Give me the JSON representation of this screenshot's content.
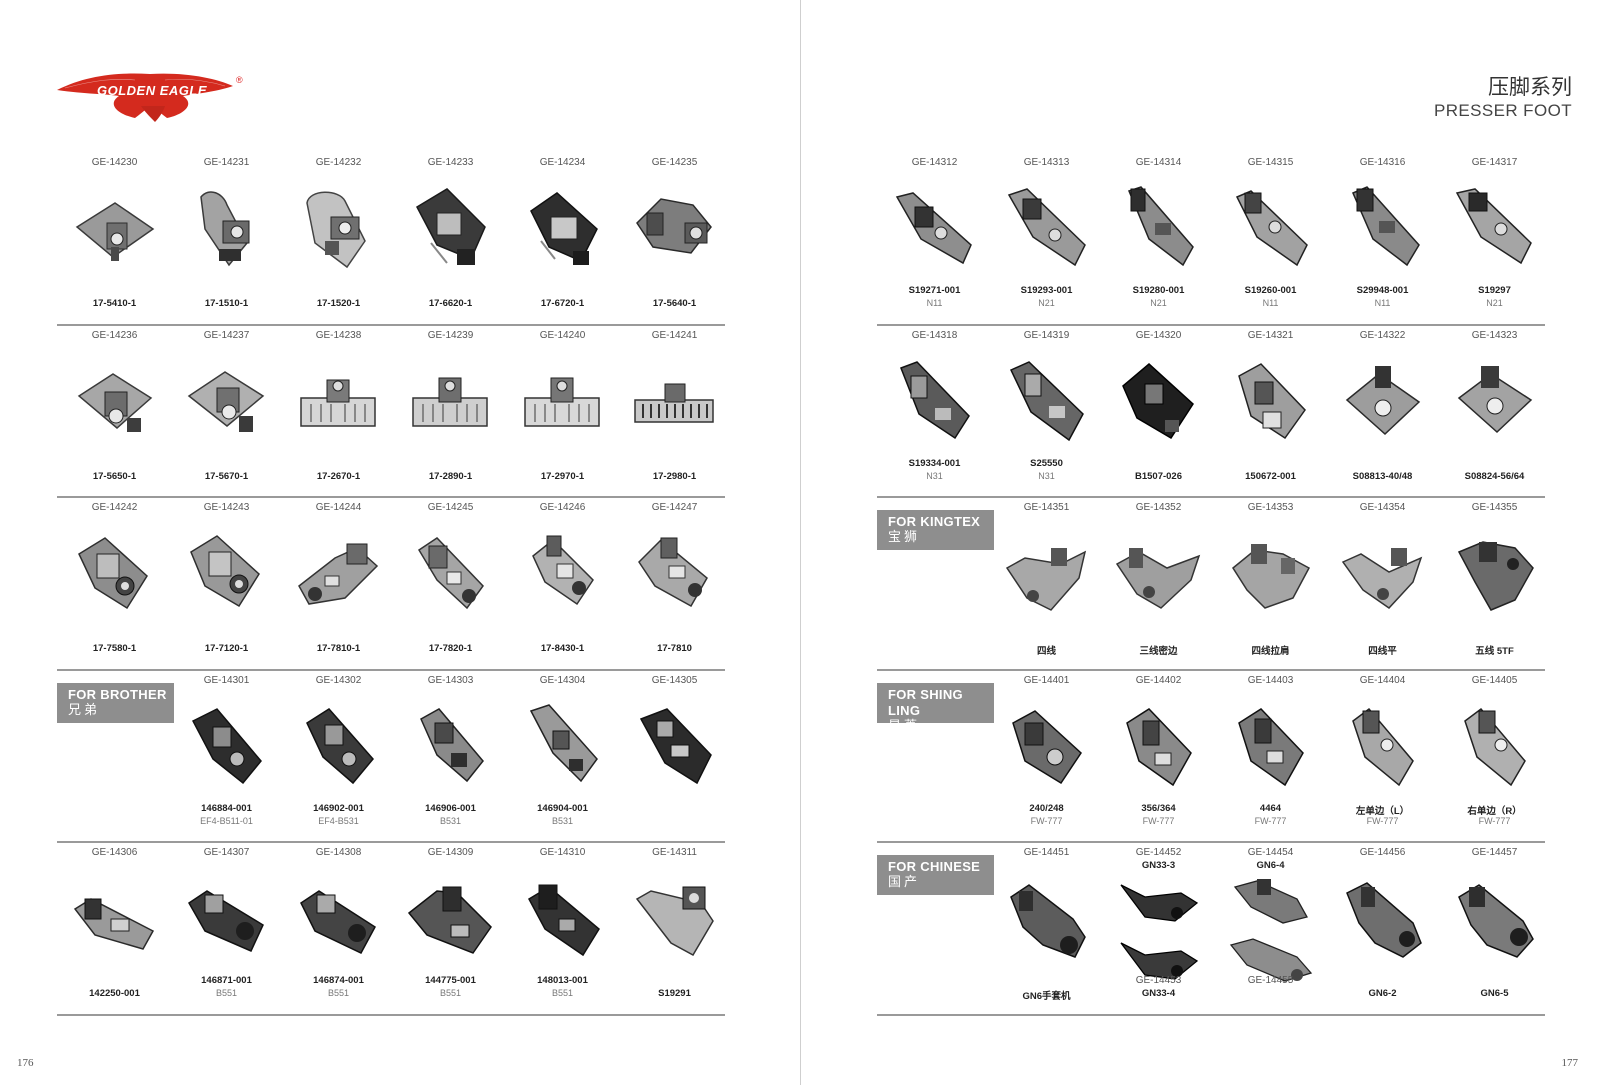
{
  "left_page": {
    "brand": {
      "name": "GOLDEN EAGLE",
      "registered": "®"
    },
    "page_number": "176",
    "rows": [
      {
        "items": [
          {
            "code": "GE-14230",
            "part": "17-5410-1"
          },
          {
            "code": "GE-14231",
            "part": "17-1510-1"
          },
          {
            "code": "GE-14232",
            "part": "17-1520-1"
          },
          {
            "code": "GE-14233",
            "part": "17-6620-1"
          },
          {
            "code": "GE-14234",
            "part": "17-6720-1"
          },
          {
            "code": "GE-14235",
            "part": "17-5640-1"
          }
        ]
      },
      {
        "items": [
          {
            "code": "GE-14236",
            "part": "17-5650-1"
          },
          {
            "code": "GE-14237",
            "part": "17-5670-1"
          },
          {
            "code": "GE-14238",
            "part": "17-2670-1"
          },
          {
            "code": "GE-14239",
            "part": "17-2890-1"
          },
          {
            "code": "GE-14240",
            "part": "17-2970-1"
          },
          {
            "code": "GE-14241",
            "part": "17-2980-1"
          }
        ]
      },
      {
        "items": [
          {
            "code": "GE-14242",
            "part": "17-7580-1"
          },
          {
            "code": "GE-14243",
            "part": "17-7120-1"
          },
          {
            "code": "GE-14244",
            "part": "17-7810-1"
          },
          {
            "code": "GE-14245",
            "part": "17-7820-1"
          },
          {
            "code": "GE-14246",
            "part": "17-8430-1"
          },
          {
            "code": "GE-14247",
            "part": "17-7810"
          }
        ]
      },
      {
        "badge": {
          "en": "FOR BROTHER",
          "cn": "兄弟"
        },
        "items": [
          {
            "code": "GE-14301",
            "part": "146884-001",
            "sub": "EF4-B511-01"
          },
          {
            "code": "GE-14302",
            "part": "146902-001",
            "sub": "EF4-B531"
          },
          {
            "code": "GE-14303",
            "part": "146906-001",
            "sub": "B531"
          },
          {
            "code": "GE-14304",
            "part": "146904-001",
            "sub": "B531"
          },
          {
            "code": "GE-14305",
            "part": ""
          }
        ]
      },
      {
        "items": [
          {
            "code": "GE-14306",
            "part": "142250-001"
          },
          {
            "code": "GE-14307",
            "part": "146871-001",
            "sub": "B551"
          },
          {
            "code": "GE-14308",
            "part": "146874-001",
            "sub": "B551"
          },
          {
            "code": "GE-14309",
            "part": "144775-001",
            "sub": "B551"
          },
          {
            "code": "GE-14310",
            "part": "148013-001",
            "sub": "B551"
          },
          {
            "code": "GE-14311",
            "part": "S19291"
          }
        ]
      }
    ]
  },
  "right_page": {
    "title_cn": "压脚系列",
    "title_en": "PRESSER FOOT",
    "page_number": "177",
    "rows": [
      {
        "items": [
          {
            "code": "GE-14312",
            "part": "S19271-001",
            "sub": "N11"
          },
          {
            "code": "GE-14313",
            "part": "S19293-001",
            "sub": "N21"
          },
          {
            "code": "GE-14314",
            "part": "S19280-001",
            "sub": "N21"
          },
          {
            "code": "GE-14315",
            "part": "S19260-001",
            "sub": "N11"
          },
          {
            "code": "GE-14316",
            "part": "S29948-001",
            "sub": "N11"
          },
          {
            "code": "GE-14317",
            "part": "S19297",
            "sub": "N21"
          }
        ]
      },
      {
        "items": [
          {
            "code": "GE-14318",
            "part": "S19334-001",
            "sub": "N31"
          },
          {
            "code": "GE-14319",
            "part": "S25550",
            "sub": "N31"
          },
          {
            "code": "GE-14320",
            "part": "B1507-026"
          },
          {
            "code": "GE-14321",
            "part": "150672-001"
          },
          {
            "code": "GE-14322",
            "part": "S08813-40/48"
          },
          {
            "code": "GE-14323",
            "part": "S08824-56/64"
          }
        ]
      },
      {
        "badge": {
          "en": "FOR KINGTEX",
          "cn": "宝狮"
        },
        "items": [
          {
            "code": "GE-14351",
            "part": "四线"
          },
          {
            "code": "GE-14352",
            "part": "三线密边"
          },
          {
            "code": "GE-14353",
            "part": "四线拉肩"
          },
          {
            "code": "GE-14354",
            "part": "四线平"
          },
          {
            "code": "GE-14355",
            "part": "五线 5TF"
          }
        ]
      },
      {
        "badge": {
          "en": "FOR SHING LING",
          "cn": "星菱"
        },
        "items": [
          {
            "code": "GE-14401",
            "part": "240/248",
            "sub": "FW-777"
          },
          {
            "code": "GE-14402",
            "part": "356/364",
            "sub": "FW-777"
          },
          {
            "code": "GE-14403",
            "part": "4464",
            "sub": "FW-777"
          },
          {
            "code": "GE-14404",
            "part": "左单边（L）",
            "sub": "FW-777"
          },
          {
            "code": "GE-14405",
            "part": "右单边（R）",
            "sub": "FW-777"
          }
        ]
      },
      {
        "badge": {
          "en": "FOR CHINESE",
          "cn": "国产"
        },
        "items": [
          {
            "code": "GE-14451",
            "part": "GN6手套机"
          },
          {
            "code": "GE-14452",
            "part_top": "GN33-3",
            "code2": "GE-14453",
            "part": "GN33-4"
          },
          {
            "code": "GE-14454",
            "part_top": "GN6-4",
            "code2": "GE-14455",
            "part": ""
          },
          {
            "code": "GE-14456",
            "part": "GN6-2"
          },
          {
            "code": "GE-14457",
            "part": "GN6-5"
          }
        ]
      }
    ]
  }
}
